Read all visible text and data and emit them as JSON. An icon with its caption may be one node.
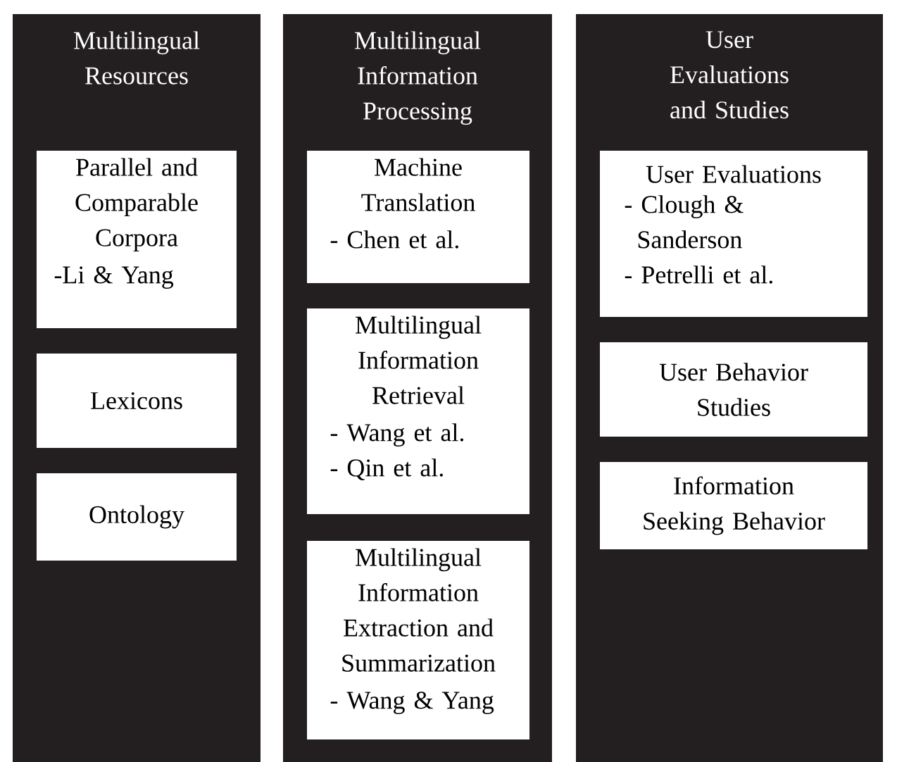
{
  "diagram": {
    "nodes": [
      {
        "text": [
          "Multilingual Resources"
        ]
      },
      {
        "text": [
          "Parallel and Comparable Corpora",
          "-Li & Yang"
        ],
        "in": 0
      },
      {
        "text": [
          "Lexicons"
        ],
        "in": 0
      },
      {
        "text": [
          "Ontology"
        ],
        "in": 0
      },
      {
        "text": [
          "Multilingual Information Processing"
        ]
      },
      {
        "text": [
          "Machine Translation",
          "- Chen et al."
        ],
        "in": 4
      },
      {
        "text": [
          "Multilingual Information Retrieval",
          "- Wang et al.",
          "- Qin et al."
        ],
        "in": 4
      },
      {
        "text": [
          "Multilingual Information Extraction and Summarization",
          "- Wang & Yang"
        ],
        "in": 4
      },
      {
        "text": [
          "User Evaluations and Studies"
        ]
      },
      {
        "text": [
          "User Evaluations",
          "- Clough & Sanderson",
          "- Petrelli et al."
        ],
        "in": 8
      },
      {
        "text": [
          "User Behavior Studies"
        ],
        "in": 8
      },
      {
        "text": [
          "Information Seeking Behavior"
        ],
        "in": 8
      }
    ]
  }
}
